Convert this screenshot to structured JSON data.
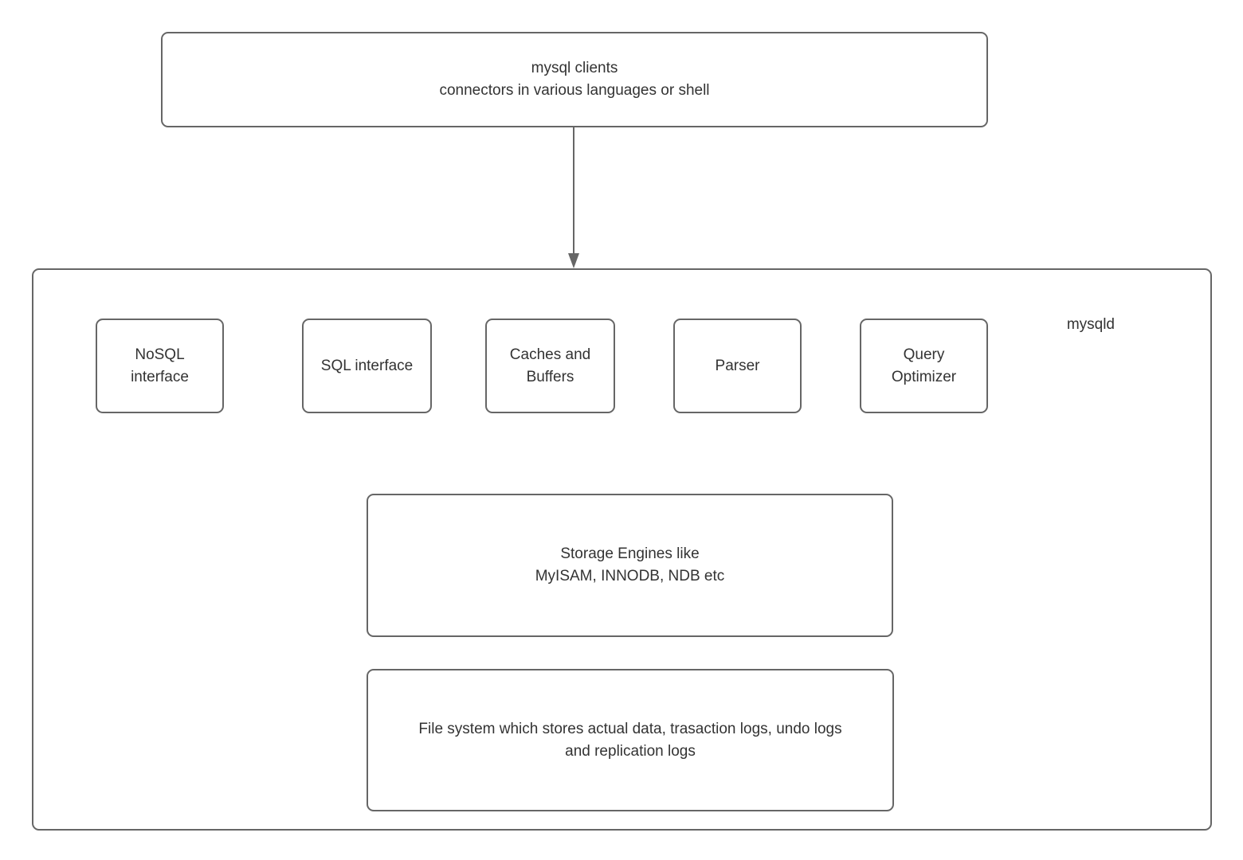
{
  "colors": {
    "border": "#666666",
    "text": "#333333",
    "background": "#ffffff",
    "arrow": "#666666"
  },
  "client_box": {
    "label": "mysql clients\nconnectors in various languages or shell"
  },
  "mysqld": {
    "label": "mysqld",
    "components": [
      {
        "name": "nosql-interface",
        "label": "NoSQL\ninterface"
      },
      {
        "name": "sql-interface",
        "label": "SQL interface"
      },
      {
        "name": "caches-and-buffers",
        "label": "Caches and\nBuffers"
      },
      {
        "name": "parser",
        "label": "Parser"
      },
      {
        "name": "query-optimizer",
        "label": "Query\nOptimizer"
      }
    ],
    "storage_box": {
      "label": "Storage Engines like\nMyISAM, INNODB, NDB etc"
    },
    "filesystem_box": {
      "label": "File system which stores actual data, trasaction logs, undo logs\nand replication logs"
    }
  }
}
